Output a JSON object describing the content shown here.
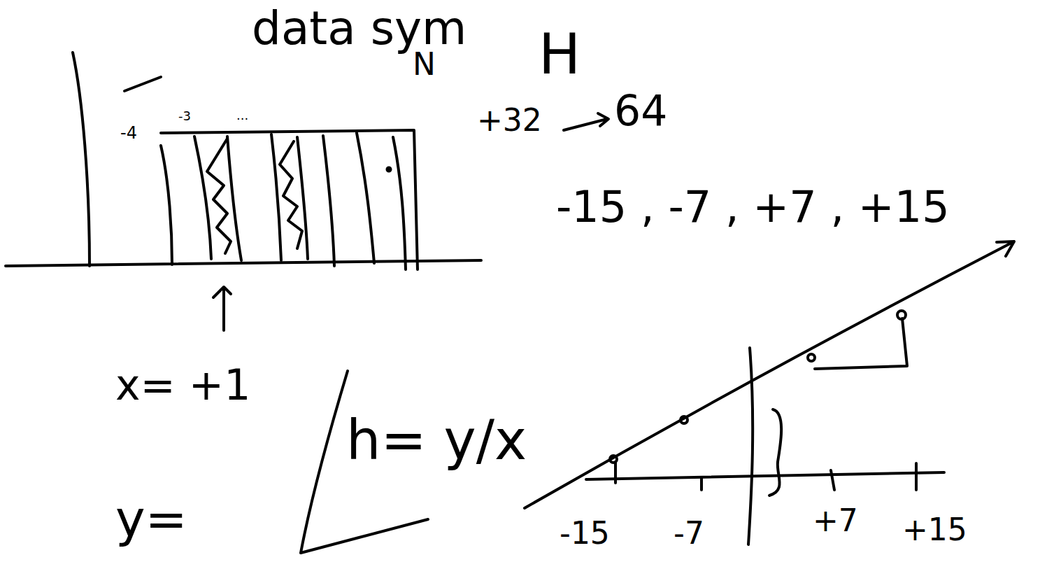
{
  "diagram": {
    "labels": [
      "data sym",
      "N",
      "H",
      "+32",
      "64",
      "-4",
      "-3",
      "...",
      "-15 , -7 , +7 , +15",
      "x= +1",
      "y=",
      "h= y/x",
      "-15",
      "-7",
      "+7",
      "+15"
    ]
  }
}
